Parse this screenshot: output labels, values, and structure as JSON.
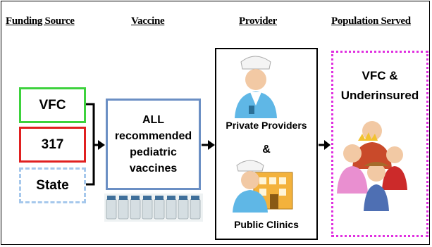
{
  "headers": {
    "funding": "Funding Source",
    "vaccine": "Vaccine",
    "provider": "Provider",
    "population": "Population Served"
  },
  "funding_sources": [
    "VFC",
    "317",
    "State"
  ],
  "vaccine_box": {
    "line1": "ALL",
    "line2": "recommended",
    "line3": "pediatric",
    "line4": "vaccines"
  },
  "provider_box": {
    "top": "Private Providers",
    "amp": "&",
    "bottom": "Public Clinics"
  },
  "population_box": {
    "line1": "VFC &",
    "line2": "Underinsured"
  },
  "colors": {
    "vfc_border": "#3dd23d",
    "b317_border": "#e02020",
    "state_border": "#a6c8ec",
    "vaccine_border": "#6b8fc4",
    "population_border": "#e030e0"
  },
  "icons": [
    "vaccine-vials-icon",
    "doctor-icon",
    "hospital-icon",
    "people-group-icon"
  ]
}
